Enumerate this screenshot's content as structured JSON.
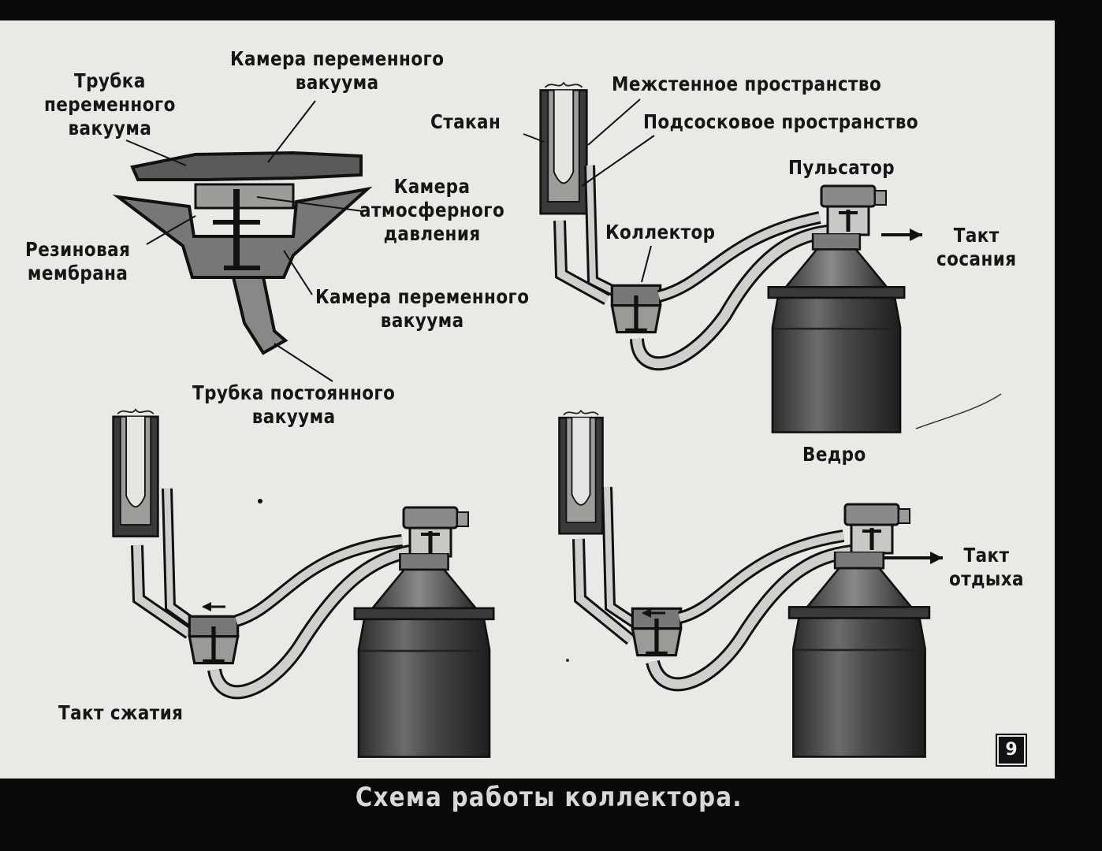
{
  "title": "Схема работы коллектора.",
  "frame_number": "9",
  "labels": {
    "tube_variable_vacuum": "Трубка\nпеременного\nвакуума",
    "chamber_variable_top": "Камера переменного\nвакуума",
    "rubber_membrane": "Резиновая\nмембрана",
    "chamber_atmospheric": "Камера\nатмосферного\nдавления",
    "chamber_variable_bottom": "Камера переменного\nвакуума",
    "tube_constant_vacuum": "Трубка постоянного\nвакуума",
    "interwall_space": "Межстенное пространство",
    "cup": "Стакан",
    "subteat_space": "Подсосковое пространство",
    "pulsator": "Пульсатор",
    "collector": "Коллектор",
    "suck_stroke": "Такт\nсосания",
    "bucket": "Ведро",
    "squeeze_stroke": "Такт сжатия",
    "rest_stroke": "Такт\nотдыха"
  },
  "colors": {
    "slide_bg": "#e9e9e6",
    "frame_bg": "#0a0a0a",
    "ink": "#161616",
    "metal_dark": "#3c3c3c",
    "metal_mid": "#6e6e6e",
    "tube_fill": "#cfcfcb"
  }
}
